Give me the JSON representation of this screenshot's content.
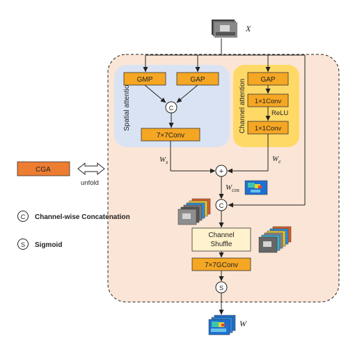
{
  "input_label": "X",
  "output_label": "W",
  "spatial": {
    "title": "Spatial attention",
    "gmp": "GMP",
    "gap": "GAP",
    "conv": "7×7Conv",
    "concat_symbol": "C",
    "weight_main": "W",
    "weight_sub": "s"
  },
  "channel": {
    "title": "Channel attention",
    "gap": "GAP",
    "conv1": "1×1Conv",
    "relu": "ReLU",
    "conv2": "1×1Conv",
    "weight_main": "W",
    "weight_sub": "c"
  },
  "fusion": {
    "add_symbol": "+",
    "weight_main": "W",
    "weight_sub": "cos",
    "concat_symbol": "C",
    "shuffle_line1": "Channel",
    "shuffle_line2": "Shuffle",
    "gconv": "7×7GConv",
    "sigmoid_symbol": "S"
  },
  "cga": {
    "label": "CGA",
    "unfold": "unfold"
  },
  "legend": {
    "concat_symbol": "C",
    "concat_text": "Channel-wise Concatenation",
    "sigmoid_symbol": "S",
    "sigmoid_text": "Sigmoid"
  },
  "colors": {
    "orange_block": "#f5a623",
    "cga_block": "#ed7d31",
    "spatial_bg": "#dae3f3",
    "channel_bg": "#ffd966",
    "outer_bg": "#fbe5d6",
    "shuffle_bg": "#fff2cc"
  }
}
